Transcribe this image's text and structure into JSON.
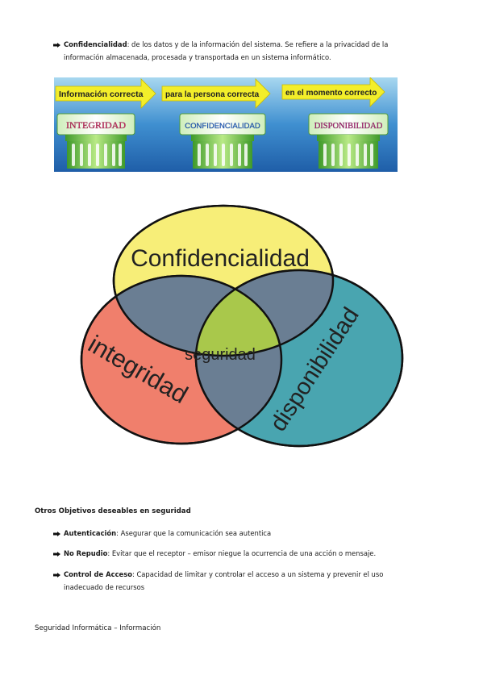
{
  "intro": {
    "term": "Confidencialidad",
    "line1_rest": ": de los datos y de la información del sistema. Se refiere a la privacidad de la",
    "line2": "información almacenada, procesada y transportada en un sistema informático."
  },
  "banner": {
    "arrows": [
      "Información correcta",
      "para la persona correcta",
      "en el momento correcto"
    ],
    "pillars": [
      "INTEGRIDAD",
      "CONFIDENCIALIDAD",
      "DISPONIBILIDAD"
    ]
  },
  "venn": {
    "top": "Confidencialidad",
    "left": "integridad",
    "right": "disponibilidad",
    "center": "seguridad",
    "colors": {
      "top": "#f7ee78",
      "left": "#f07f6c",
      "right": "#49a5b0",
      "overlap": "#6a7e93",
      "center": "#a9c84b"
    }
  },
  "section": {
    "heading": "Otros Objetivos deseables en seguridad",
    "items": [
      {
        "term": "Autenticación",
        "text": ": Asegurar que la comunicación sea autentica",
        "cont": ""
      },
      {
        "term": "No Repudio",
        "text": ": Evitar que el receptor – emisor niegue la ocurrencia de una acción o mensaje.",
        "cont": ""
      },
      {
        "term": "Control de Acceso",
        "text": ": Capacidad de limitar y controlar el acceso a un sistema y prevenir el uso",
        "cont": "inadecuado de recursos"
      }
    ]
  },
  "footer": "Seguridad Informática – Información"
}
